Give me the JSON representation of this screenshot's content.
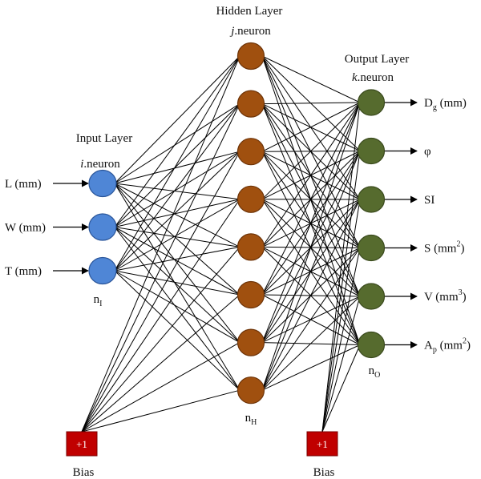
{
  "layers": {
    "input": {
      "title": "Input Layer",
      "neuron_prefix": "i",
      "neuron_suffix": ".neuron",
      "count_label": "n",
      "count_sub": "I",
      "color": "#4f86d6",
      "stroke": "#2a5599",
      "inputs": [
        "L (mm)",
        "W (mm)",
        "T (mm)"
      ]
    },
    "hidden": {
      "title": "Hidden Layer",
      "neuron_prefix": "j",
      "neuron_suffix": ".neuron",
      "count_label": "n",
      "count_sub": "H",
      "color": "#a0500f",
      "stroke": "#6e3408",
      "neurons": 8
    },
    "output": {
      "title": "Output Layer",
      "neuron_prefix": "k",
      "neuron_suffix": ".neuron",
      "count_label": "n",
      "count_sub": "O",
      "color": "#566b2e",
      "stroke": "#3a4a1d",
      "outputs": [
        {
          "main": "D",
          "sub": "g",
          "sup": "",
          "tail": " (mm)"
        },
        {
          "main": "φ",
          "sub": "",
          "sup": "",
          "tail": ""
        },
        {
          "main": "SI",
          "sub": "",
          "sup": "",
          "tail": ""
        },
        {
          "main": "S (mm",
          "sub": "",
          "sup": "2",
          "tail": ")"
        },
        {
          "main": "V (mm",
          "sub": "",
          "sup": "3",
          "tail": ")"
        },
        {
          "main": "A",
          "sub": "p",
          "sup": "",
          "tail": " (mm",
          "sup2": "2",
          "tail2": ")"
        }
      ]
    }
  },
  "bias": {
    "node_text": "+1",
    "label": "Bias",
    "color": "#c00000"
  }
}
